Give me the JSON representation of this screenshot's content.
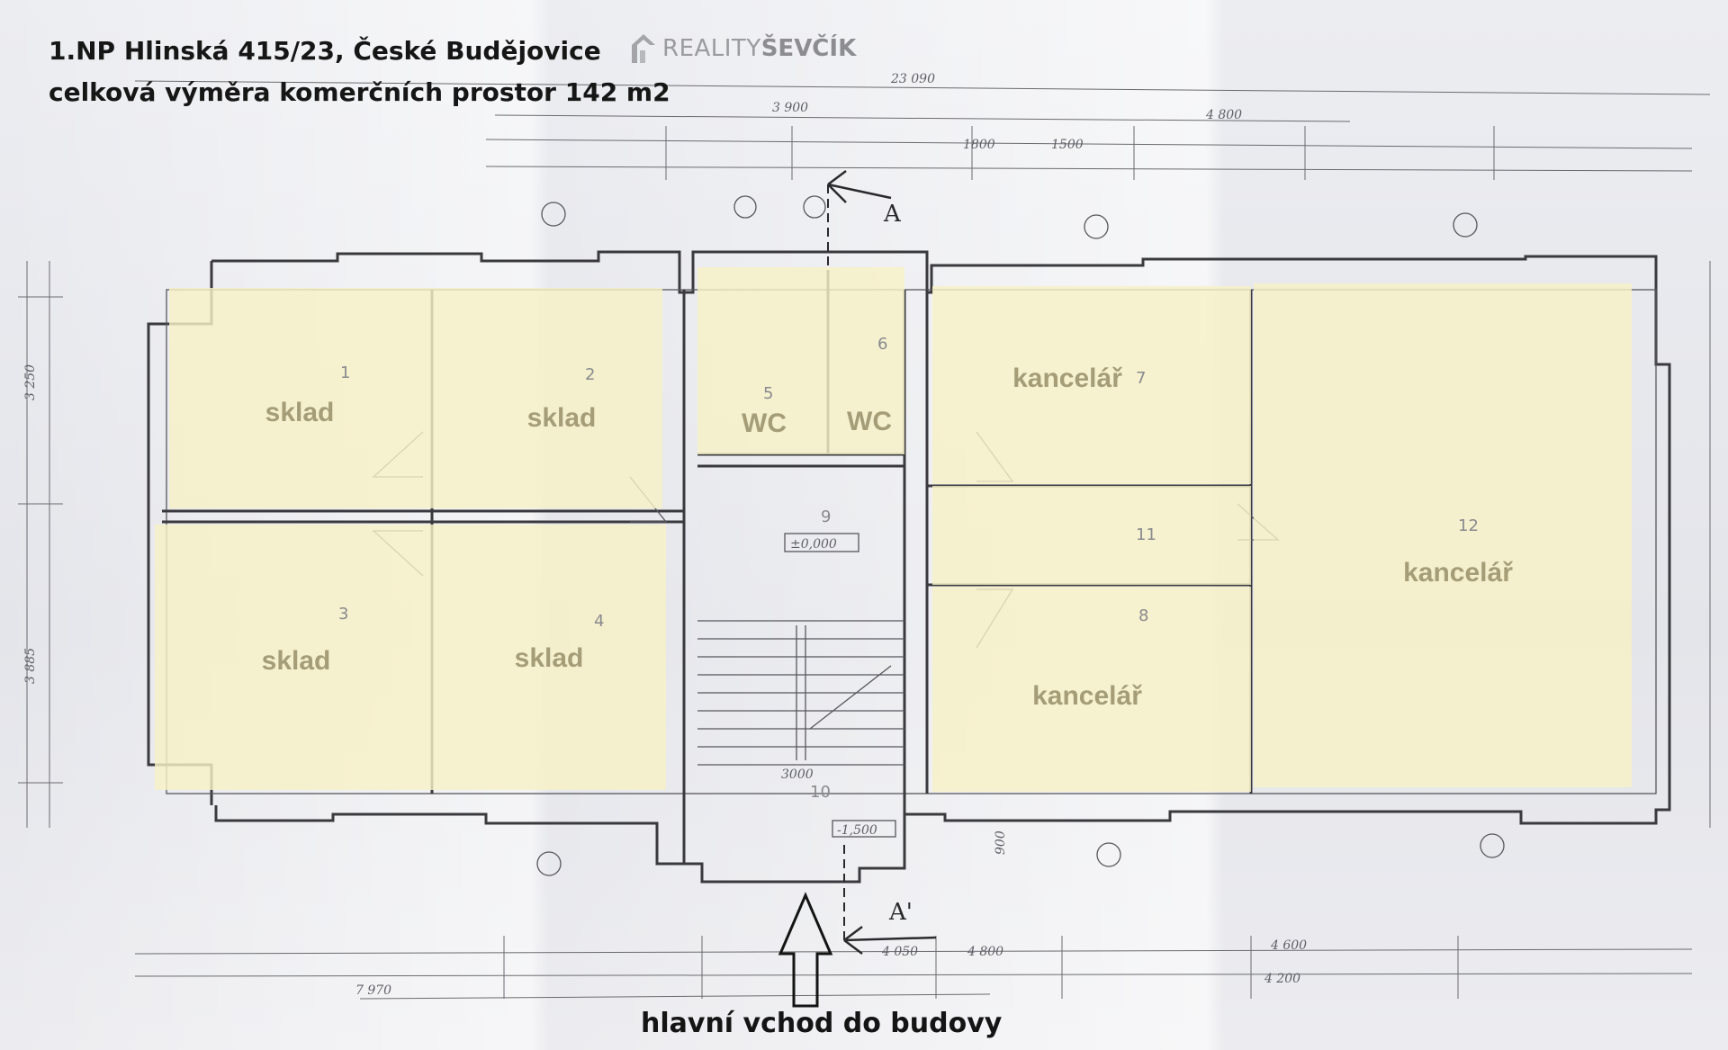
{
  "title": {
    "line1": "1.NP Hlinská 415/23, České Budějovice",
    "line2": "celková výměra komerčních prostor 142 m2"
  },
  "logo": {
    "part1": "REALITY",
    "part2": "ŠEVČÍK",
    "icon": "logo-mark-icon"
  },
  "entrance_label": "hlavní vchod do budovy",
  "section_marks": {
    "top": "A",
    "bottom": "A'"
  },
  "rooms": {
    "r1": {
      "label": "sklad",
      "number": "1"
    },
    "r2": {
      "label": "sklad",
      "number": "2"
    },
    "r3": {
      "label": "sklad",
      "number": "3"
    },
    "r4": {
      "label": "sklad",
      "number": "4"
    },
    "r5": {
      "label": "WC",
      "number": "5"
    },
    "r6": {
      "label": "WC",
      "number": "6"
    },
    "r7": {
      "label": "kancelář",
      "number": "7"
    },
    "r8": {
      "label": "kancelář",
      "number": "8"
    },
    "r9": {
      "number": "9",
      "level": "±0,000"
    },
    "r10": {
      "number": "10",
      "level": "-1,500"
    },
    "r11": {
      "number": "11"
    },
    "r12": {
      "label": "kancelář",
      "number": "12"
    }
  },
  "dimensions": {
    "top_total": "23 090",
    "top_mid": "3 900",
    "top_right": "4 800",
    "top_a": "1500",
    "top_b": "1800",
    "bottom_a": "7 970",
    "bottom_b": "4 050",
    "bottom_c": "4 800",
    "bottom_d": "4 200",
    "bottom_e": "4 600",
    "side_a": "3 250",
    "side_b": "3 885",
    "stair_a": "3000",
    "stair_b": "900"
  },
  "colors": {
    "room_fill": "#f6f0c6",
    "room_label": "#a49d78",
    "wall": "#3a3a3e",
    "title": "#161616"
  }
}
